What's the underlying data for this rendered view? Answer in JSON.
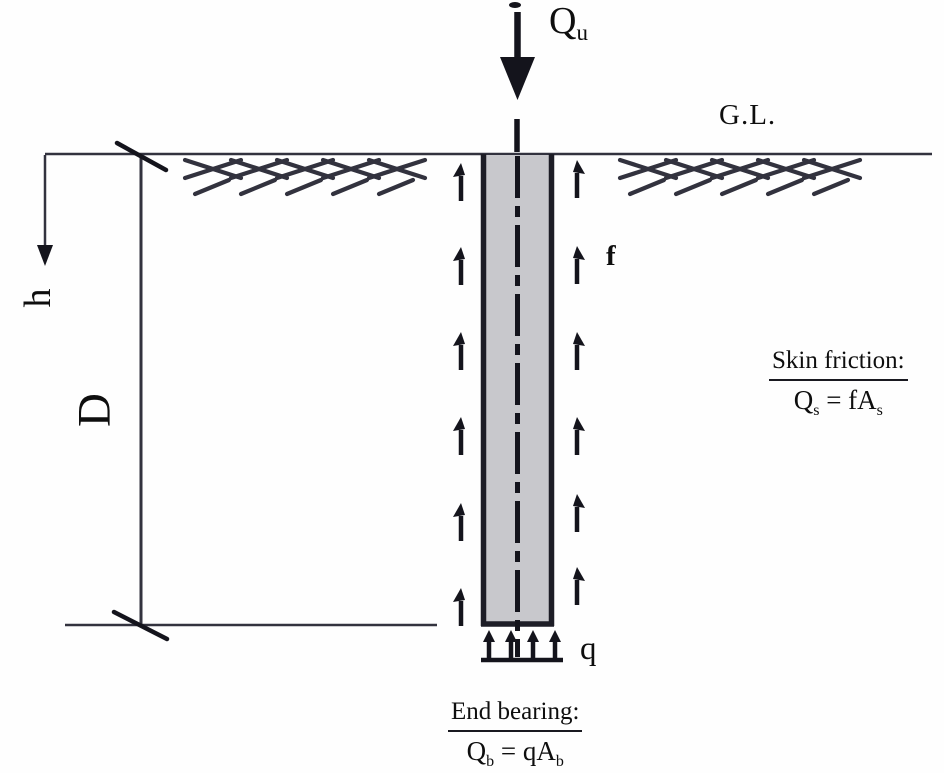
{
  "labels": {
    "load": {
      "base": "Q",
      "sub": "u"
    },
    "ground": "G.L.",
    "embedment": "h",
    "depth": "D",
    "friction": "f",
    "bearing": "q"
  },
  "skin_friction": {
    "title": "Skin friction:",
    "formula": {
      "base": "Q",
      "sub1": "s",
      "mid": " = fA",
      "sub2": "s"
    }
  },
  "end_bearing": {
    "title": "End bearing:",
    "formula": {
      "base": "Q",
      "sub1": "b",
      "mid": " = qA",
      "sub2": "b"
    }
  },
  "colors": {
    "line": "#32323e",
    "ink": "#14141c",
    "pile_fill": "#c8c8cc",
    "pile_border": "#1d1d26",
    "text": "#0e0e0e"
  }
}
